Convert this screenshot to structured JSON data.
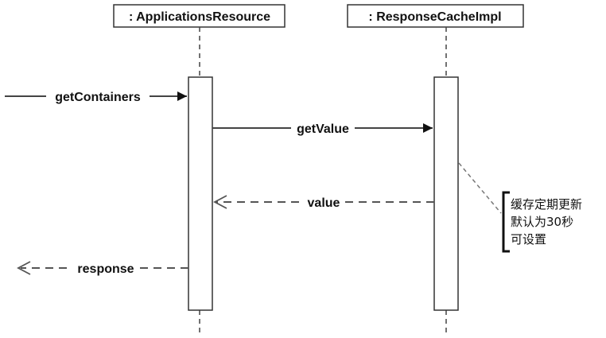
{
  "lifelines": [
    {
      "name": ": ApplicationsResource"
    },
    {
      "name": ": ResponseCacheImpl"
    }
  ],
  "messages": [
    {
      "label": "getContainers",
      "kind": "sync"
    },
    {
      "label": "getValue",
      "kind": "sync"
    },
    {
      "label": "value",
      "kind": "return"
    },
    {
      "label": "response",
      "kind": "return"
    }
  ],
  "note": {
    "lines": [
      "缓存定期更新",
      "默认为30秒",
      "可设置"
    ]
  }
}
